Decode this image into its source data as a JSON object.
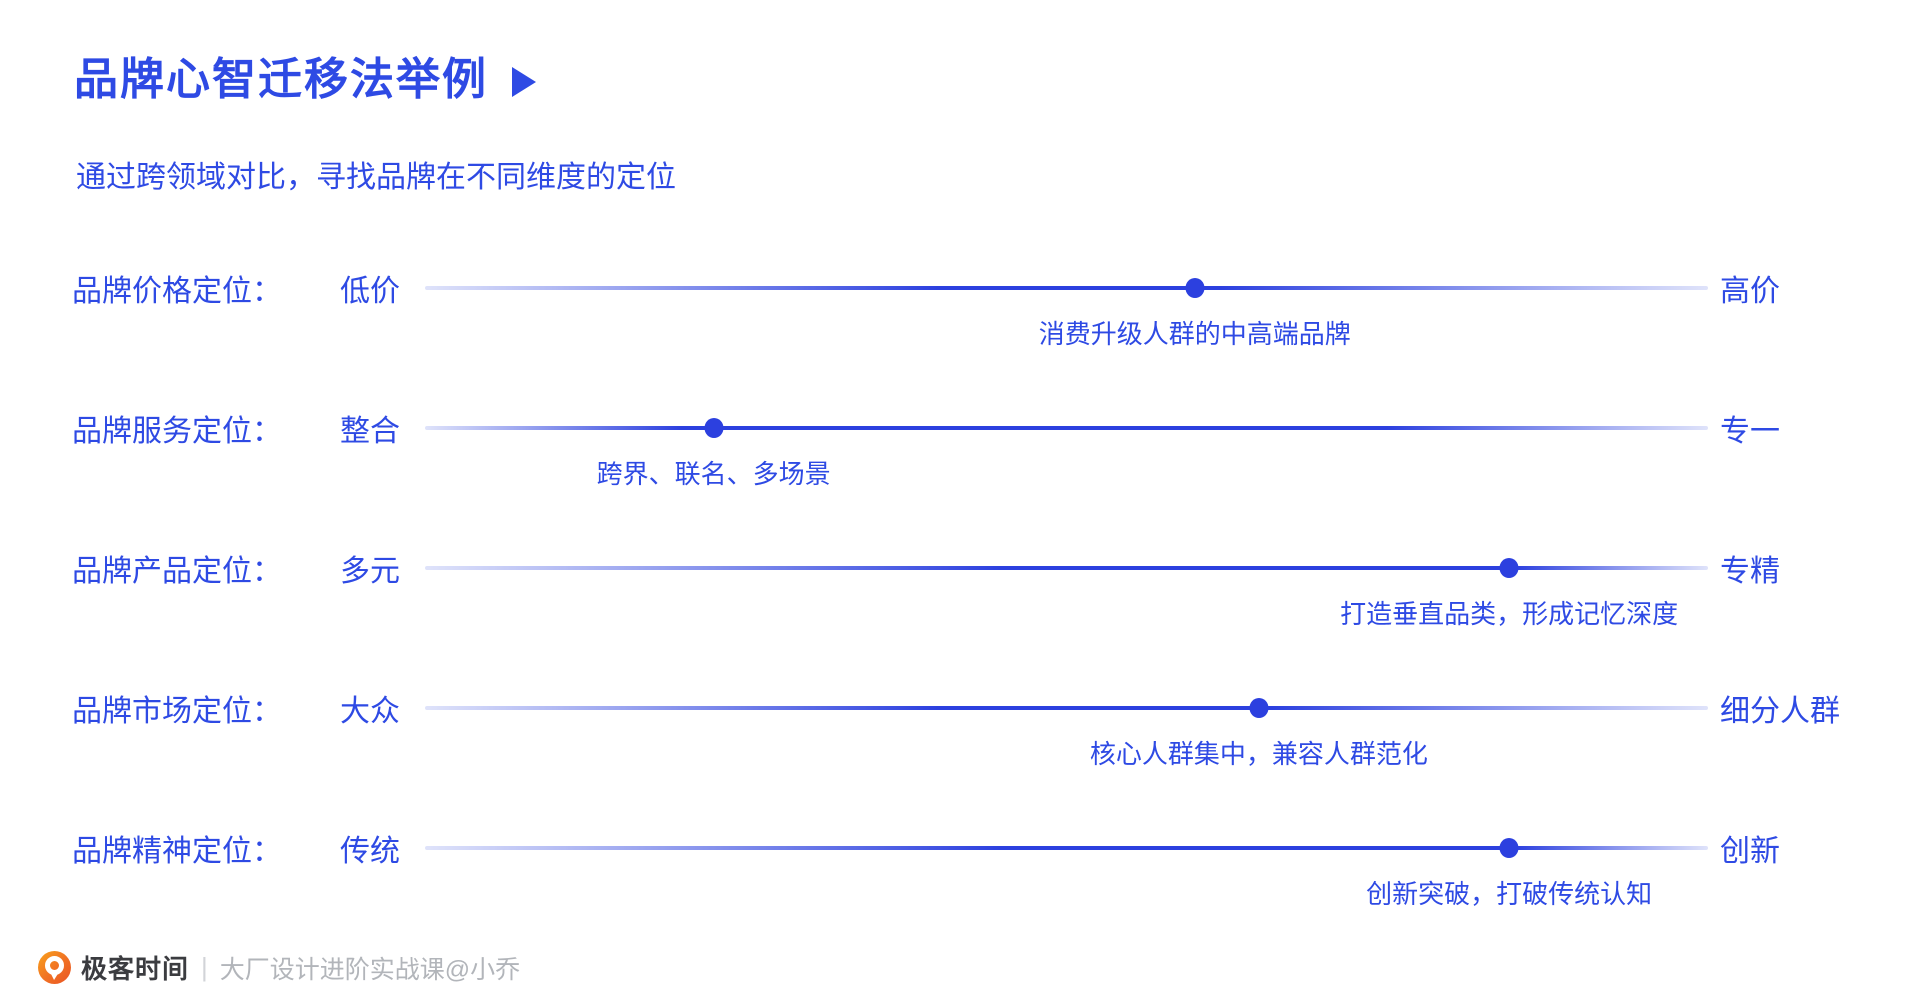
{
  "header": {
    "title": "品牌心智迁移法举例",
    "subtitle": "通过跨领域对比，寻找品牌在不同维度的定位"
  },
  "accent_color": "#2e4ae4",
  "track_solid_color": "#2c40df",
  "track_pale_color": "#dfe3fa",
  "rows": [
    {
      "label": "品牌价格定位：",
      "left_label": "低价",
      "right_label": "高价",
      "position_pct": 60,
      "solid_from_pct": 40,
      "solid_to_pct": 62,
      "annotation": "消费升级人群的中高端品牌"
    },
    {
      "label": "品牌服务定位：",
      "left_label": "整合",
      "right_label": "专一",
      "position_pct": 22.5,
      "solid_from_pct": 20,
      "solid_to_pct": 75,
      "annotation": "跨界、联名、多场景"
    },
    {
      "label": "品牌产品定位：",
      "left_label": "多元",
      "right_label": "专精",
      "position_pct": 84.5,
      "solid_from_pct": 45,
      "solid_to_pct": 85,
      "annotation": "打造垂直品类，形成记忆深度"
    },
    {
      "label": "品牌市场定位：",
      "left_label": "大众",
      "right_label": "细分人群",
      "position_pct": 65,
      "solid_from_pct": 40,
      "solid_to_pct": 66,
      "annotation": "核心人群集中，兼容人群范化"
    },
    {
      "label": "品牌精神定位：",
      "left_label": "传统",
      "right_label": "创新",
      "position_pct": 84.5,
      "solid_from_pct": 45,
      "solid_to_pct": 85,
      "annotation": "创新突破，打破传统认知"
    }
  ],
  "footer": {
    "brand": "极客时间",
    "separator": "|",
    "caption": "大厂设计进阶实战课@小乔"
  }
}
